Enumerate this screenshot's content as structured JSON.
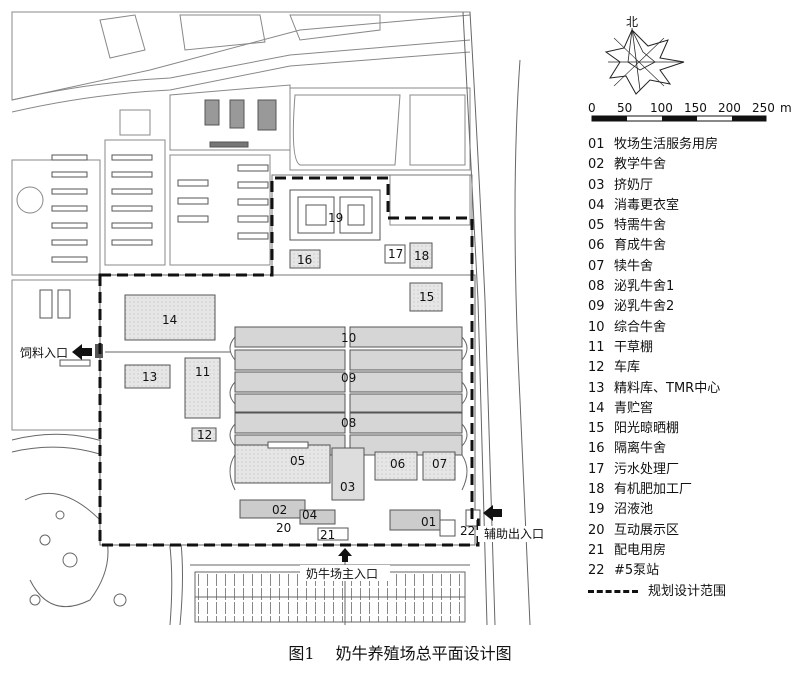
{
  "map": {
    "north_label": "北",
    "scale": {
      "ticks": [
        "0",
        "50",
        "100",
        "150",
        "200",
        "250"
      ],
      "unit": "m"
    },
    "zones": [
      {
        "id": "01"
      },
      {
        "id": "02"
      },
      {
        "id": "03"
      },
      {
        "id": "04"
      },
      {
        "id": "05"
      },
      {
        "id": "06"
      },
      {
        "id": "07"
      },
      {
        "id": "08"
      },
      {
        "id": "09"
      },
      {
        "id": "10"
      },
      {
        "id": "11"
      },
      {
        "id": "12"
      },
      {
        "id": "13"
      },
      {
        "id": "14"
      },
      {
        "id": "15"
      },
      {
        "id": "16"
      },
      {
        "id": "17"
      },
      {
        "id": "18"
      },
      {
        "id": "19"
      },
      {
        "id": "20"
      },
      {
        "id": "21"
      },
      {
        "id": "22"
      }
    ],
    "entrances": {
      "feed": "饲料入口",
      "main": "奶牛场主入口",
      "aux": "辅助出入口"
    }
  },
  "legend": {
    "items": [
      {
        "num": "01",
        "label": "牧场生活服务用房"
      },
      {
        "num": "02",
        "label": "教学牛舍"
      },
      {
        "num": "03",
        "label": "挤奶厅"
      },
      {
        "num": "04",
        "label": "消毒更衣室"
      },
      {
        "num": "05",
        "label": "特需牛舍"
      },
      {
        "num": "06",
        "label": "育成牛舍"
      },
      {
        "num": "07",
        "label": "犊牛舍"
      },
      {
        "num": "08",
        "label": "泌乳牛舍1"
      },
      {
        "num": "09",
        "label": "泌乳牛舍2"
      },
      {
        "num": "10",
        "label": "综合牛舍"
      },
      {
        "num": "11",
        "label": "干草棚"
      },
      {
        "num": "12",
        "label": "车库"
      },
      {
        "num": "13",
        "label": "精料库、TMR中心"
      },
      {
        "num": "14",
        "label": "青贮窖"
      },
      {
        "num": "15",
        "label": "阳光晾晒棚"
      },
      {
        "num": "16",
        "label": "隔离牛舍"
      },
      {
        "num": "17",
        "label": "污水处理厂"
      },
      {
        "num": "18",
        "label": "有机肥加工厂"
      },
      {
        "num": "19",
        "label": "沼液池"
      },
      {
        "num": "20",
        "label": "互动展示区"
      },
      {
        "num": "21",
        "label": "配电用房"
      },
      {
        "num": "22",
        "label": "#5泵站"
      }
    ],
    "boundary_label": "规划设计范围"
  },
  "caption": {
    "figure": "图1",
    "title": "奶牛养殖场总平面设计图"
  }
}
